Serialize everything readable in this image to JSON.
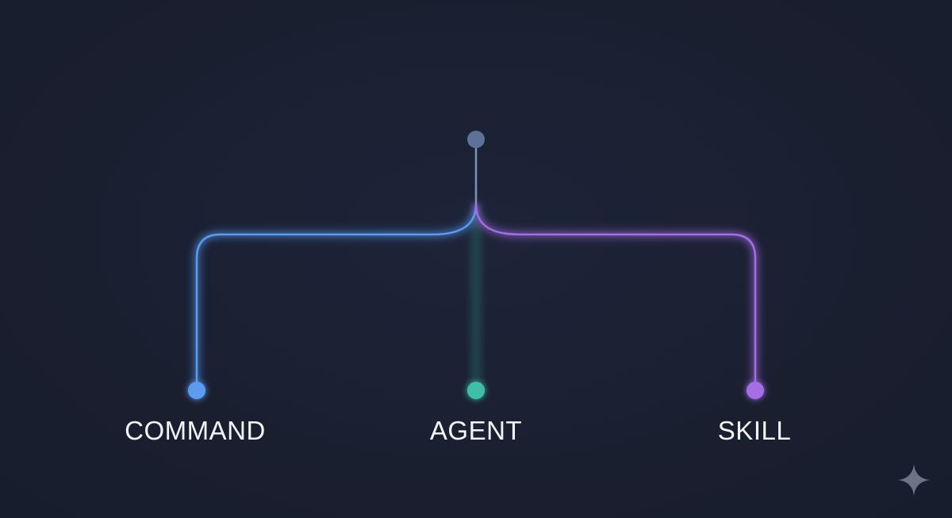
{
  "diagram": {
    "nodes": [
      {
        "id": "root",
        "label": "",
        "color": "#5c7397"
      },
      {
        "id": "command",
        "label": "COMMAND",
        "color": "#5b9cf0"
      },
      {
        "id": "agent",
        "label": "AGENT",
        "color": "#3fbfa8"
      },
      {
        "id": "skill",
        "label": "SKILL",
        "color": "#a56ee6"
      }
    ],
    "edges": [
      {
        "from": "root",
        "to": "command",
        "color": "#5b9cf0"
      },
      {
        "from": "root",
        "to": "agent",
        "color": "#3fbfa8"
      },
      {
        "from": "root",
        "to": "skill",
        "color": "#a56ee6"
      }
    ],
    "background": "#1b2133",
    "watermark_icon": "sparkle-icon"
  }
}
